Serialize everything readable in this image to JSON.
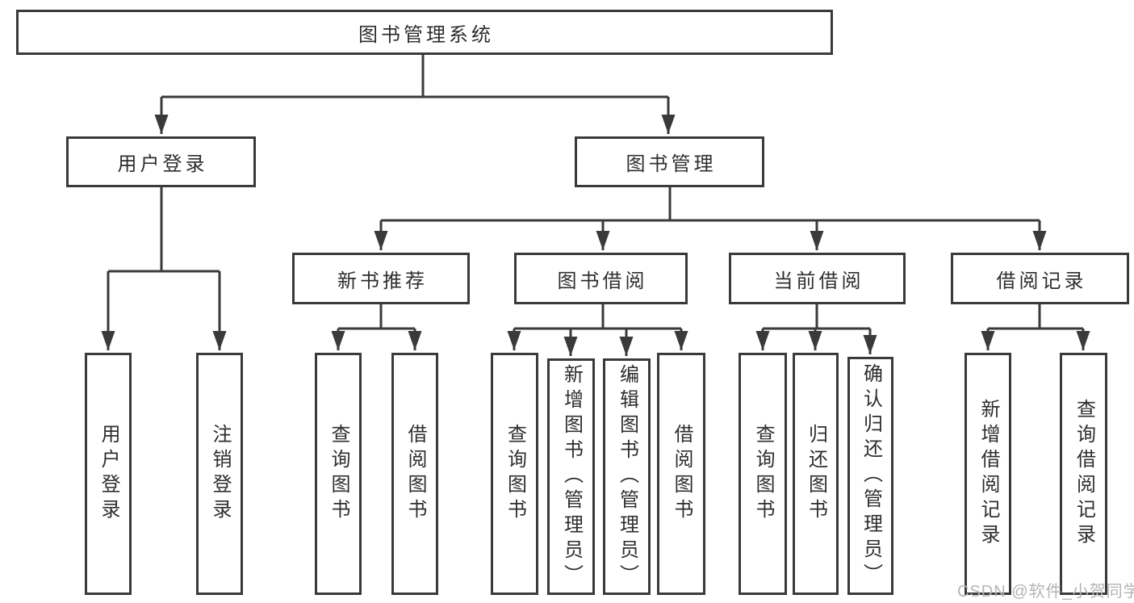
{
  "diagram_title": "图书管理系统",
  "tree": {
    "label": "图书管理系统",
    "children": [
      {
        "label": "用户登录",
        "children": [
          {
            "label": "用户登录"
          },
          {
            "label": "注销登录"
          }
        ]
      },
      {
        "label": "图书管理",
        "children": [
          {
            "label": "新书推荐",
            "children": [
              {
                "label": "查询图书"
              },
              {
                "label": "借阅图书"
              }
            ]
          },
          {
            "label": "图书借阅",
            "children": [
              {
                "label": "查询图书"
              },
              {
                "label": "新增图书（管理员）"
              },
              {
                "label": "编辑图书（管理员）"
              },
              {
                "label": "借阅图书"
              }
            ]
          },
          {
            "label": "当前借阅",
            "children": [
              {
                "label": "查询图书"
              },
              {
                "label": "归还图书"
              },
              {
                "label": "确认归还（管理员）"
              }
            ]
          },
          {
            "label": "借阅记录",
            "children": [
              {
                "label": "新增借阅记录"
              },
              {
                "label": "查询借阅记录"
              }
            ]
          }
        ]
      }
    ]
  },
  "watermark": {
    "text": "CSDN @软件_小贺同学"
  },
  "colors": {
    "background": "#ffffff",
    "box_fill": "#ffffff",
    "box_border": "#3a3a3a",
    "line": "#3a3a3a",
    "text": "#2e2e2e",
    "watermark": "#b4b4b4"
  }
}
